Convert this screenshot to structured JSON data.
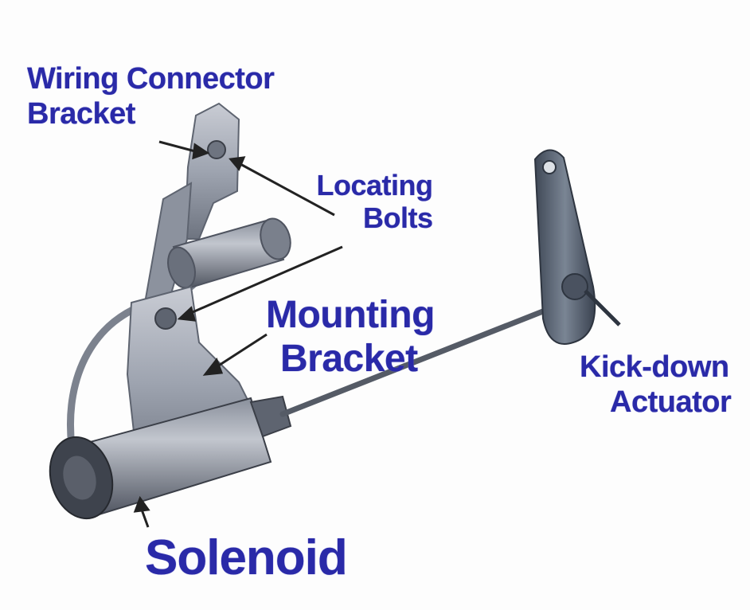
{
  "labels": {
    "wiring_connector_bracket": [
      "Wiring Connector",
      "Bracket"
    ],
    "locating_bolts": [
      "Locating",
      "Bolts"
    ],
    "mounting_bracket": [
      "Mounting",
      "Bracket"
    ],
    "kick_down_actuator": [
      "Kick-down",
      "Actuator"
    ],
    "solenoid": "Solenoid"
  },
  "colors": {
    "label": "#2a2aa8",
    "part_metal": "#9ea4b0",
    "part_dark": "#5e6470",
    "arrow": "#222222",
    "background": "#fdfdfd"
  }
}
